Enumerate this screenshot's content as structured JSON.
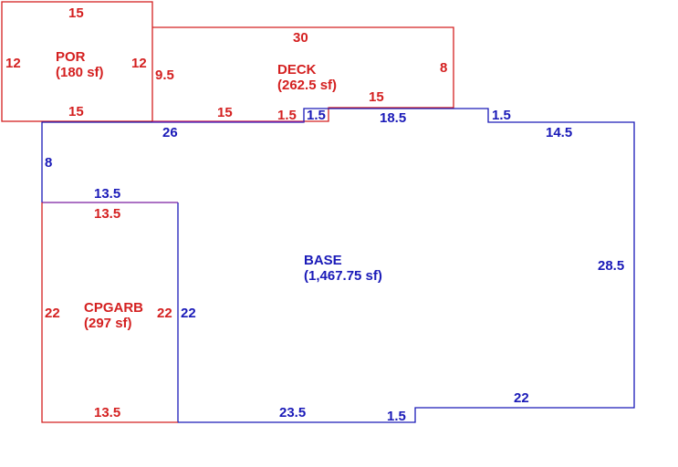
{
  "colors": {
    "attached": "#d42020",
    "base": "#1a1ab8",
    "shared_edge": "#7a1fa0",
    "background": "#ffffff"
  },
  "areas": {
    "por": {
      "name": "POR",
      "area": "(180 sf)"
    },
    "deck": {
      "name": "DECK",
      "area": "(262.5 sf)"
    },
    "base": {
      "name": "BASE",
      "area": "(1,467.75 sf)"
    },
    "cpgarb": {
      "name": "CPGARB",
      "area": "(297 sf)"
    }
  },
  "dimensions": {
    "por": {
      "top": "15",
      "left": "12",
      "right": "12",
      "bottom": "15"
    },
    "deck": {
      "top": "30",
      "left": "9.5",
      "right": "8",
      "inner": "15",
      "bottom": "15",
      "step": "1.5"
    },
    "base": {
      "top_left": "26",
      "left_upper": "8",
      "step_left": "1.5",
      "top_mid": "18.5",
      "step_right": "1.5",
      "top_right": "14.5",
      "right": "28.5",
      "bottom_right": "22",
      "step_bottom": "1.5",
      "bottom_mid": "23.5",
      "garage_side": "22",
      "garage_top": "13.5"
    },
    "cpgarb": {
      "top": "13.5",
      "left": "22",
      "right": "22",
      "bottom": "13.5"
    }
  }
}
